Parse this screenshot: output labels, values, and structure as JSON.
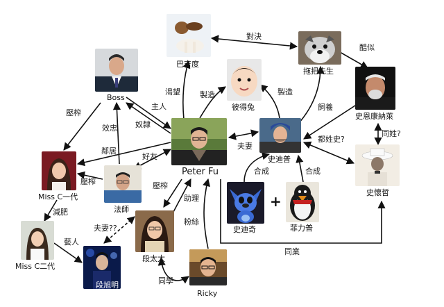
{
  "nodes": {
    "bajidu": "巴吉度",
    "tuobaxiansheng": "拖把先生",
    "boss": "Boss",
    "bidetu": "彼得兔",
    "shienkang": "史恩康納萊",
    "peterfu": "Peter Fu",
    "shidipu": "史迪普",
    "shihuaizhe": "史懷哲",
    "missc1": "Miss C一代",
    "fashi": "法師",
    "shidiqi": "史迪奇",
    "feilipu": "菲力普",
    "missc2": "Miss C二代",
    "duantaitai": "段太太",
    "duanxuming": "段旭明",
    "ricky": "Ricky"
  },
  "edges": {
    "duijue": "對決",
    "kusi": "酷似",
    "kewang": "渴望",
    "zhizao1": "製造",
    "zhizao2": "製造",
    "siyang": "飼養",
    "yazha1": "壓榨",
    "zhuren": "主人",
    "nuli": "奴隸",
    "xiaozhong": "效忠",
    "linju": "鄰居",
    "haoyou": "好友",
    "fuqi": "夫妻",
    "douxingshi": "都姓史?",
    "tongxing": "同姓?",
    "yazha2": "壓榨",
    "hecheng1": "合成",
    "hecheng2": "合成",
    "yazha3": "壓榨",
    "zhuli": "助理",
    "jianfei": "減肥",
    "fuqi2": "夫妻??",
    "fensi": "粉絲",
    "yiren": "藝人",
    "tongye": "同業",
    "tongxue": "同學"
  },
  "plus": "+",
  "colors": {
    "ink": "#111111",
    "dashed": "#111111"
  }
}
